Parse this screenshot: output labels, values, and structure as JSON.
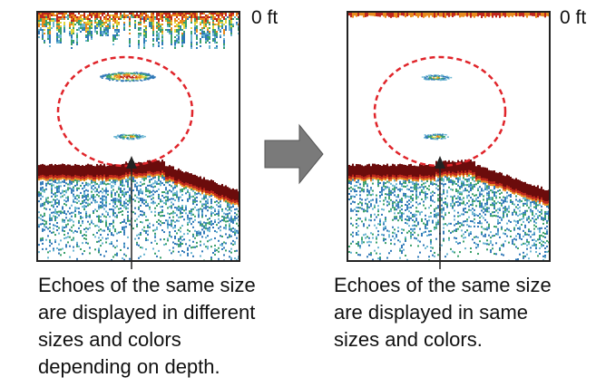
{
  "left": {
    "depth_label": "0 ft",
    "caption_lines": [
      "Echoes of the same size",
      "are displayed in different",
      "sizes and colors",
      "depending on depth."
    ]
  },
  "right": {
    "depth_label": "0 ft",
    "caption_lines": [
      "Echoes of the same size",
      "are displayed in same",
      "sizes and colors."
    ]
  },
  "colors": {
    "highlight_circle": "#e0242a",
    "arrow": "#7a7a7a",
    "bottom_echo": "#6b0c0c",
    "echo_red": "#c0281c",
    "echo_orange": "#e88a1c",
    "echo_yellow": "#e2d63a",
    "echo_green": "#3aa06a",
    "echo_blue": "#2f78b8",
    "echo_cyan": "#6ab6d2"
  }
}
